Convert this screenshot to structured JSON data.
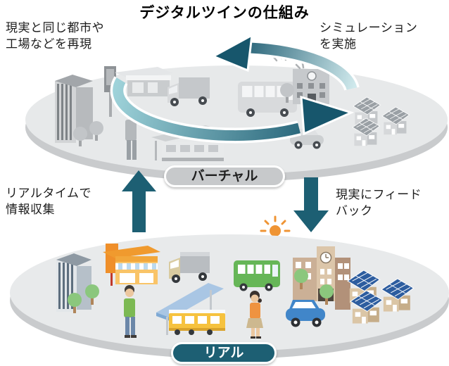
{
  "title": "デジタルツインの仕組み",
  "annotations": {
    "virtual_creation": "現実と同じ都市や\n工場などを再現",
    "simulation": "シミュレーション\nを実施",
    "realtime_collection": "リアルタイムで\n情報収集",
    "feedback": "現実にフィード\nバック"
  },
  "labels": {
    "virtual": "バーチャル",
    "real": "リアル"
  },
  "colors": {
    "accent_teal": "#1d5f73",
    "loop_gradient_light": "#cfe9ec",
    "loop_gradient_dark": "#17566c",
    "virtual_pill_bg": "#c7c9cb",
    "real_pill_bg": "#1d5f73",
    "platform_top": "#e8eaeb",
    "platform_rim": "#c9cbcd",
    "sun": "#ef9434"
  },
  "icons": {
    "cycle_arrows": "cycle-arrows-icon",
    "arrow_up": "arrow-up-icon",
    "arrow_down": "arrow-down-icon",
    "sun": "sun-icon"
  },
  "scenes": {
    "virtual": {
      "style": "grayscale",
      "items": [
        "office-building",
        "trees",
        "signboard",
        "shop",
        "pedestrian",
        "truck",
        "bus",
        "tram-station",
        "school",
        "car",
        "solar-houses",
        "sparkles"
      ]
    },
    "real": {
      "style": "color",
      "items": [
        "office-building",
        "trees",
        "shop",
        "pedestrian",
        "truck",
        "bus",
        "tram-station",
        "school",
        "car",
        "solar-houses",
        "sun"
      ]
    }
  }
}
